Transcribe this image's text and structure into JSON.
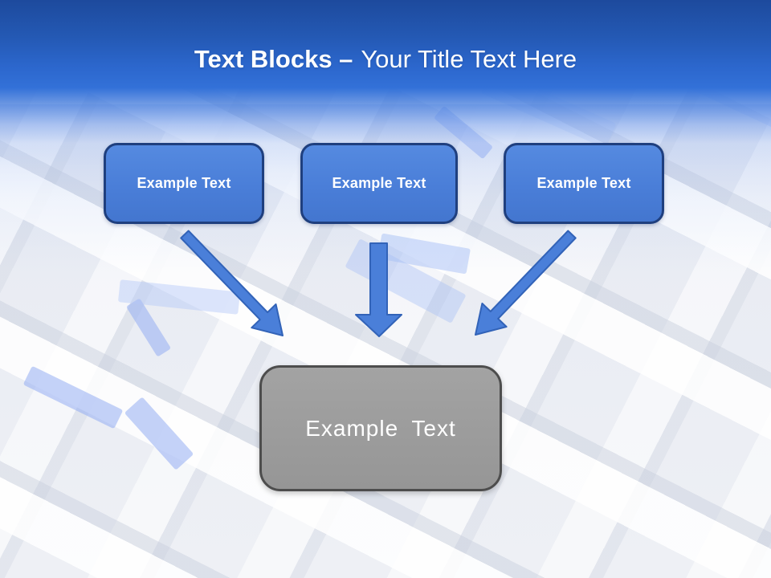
{
  "slide": {
    "title": {
      "bold": "Text Blocks –",
      "regular": "Your Title Text Here"
    },
    "blocks": [
      {
        "label": "Example Text"
      },
      {
        "label": "Example Text"
      },
      {
        "label": "Example Text"
      }
    ],
    "result_block": {
      "label": "Example Text"
    },
    "colors": {
      "banner_top": "#1D4A9D",
      "banner_bottom": "#3371D8",
      "block_fill": "#4A80DA",
      "block_border": "#1F3F7E",
      "arrow_fill": "#4A7FD9",
      "arrow_border": "#3263B8",
      "result_fill": "#9B9B9B",
      "result_border": "#4D4D4D",
      "label_text": "#FFFFFF"
    }
  }
}
